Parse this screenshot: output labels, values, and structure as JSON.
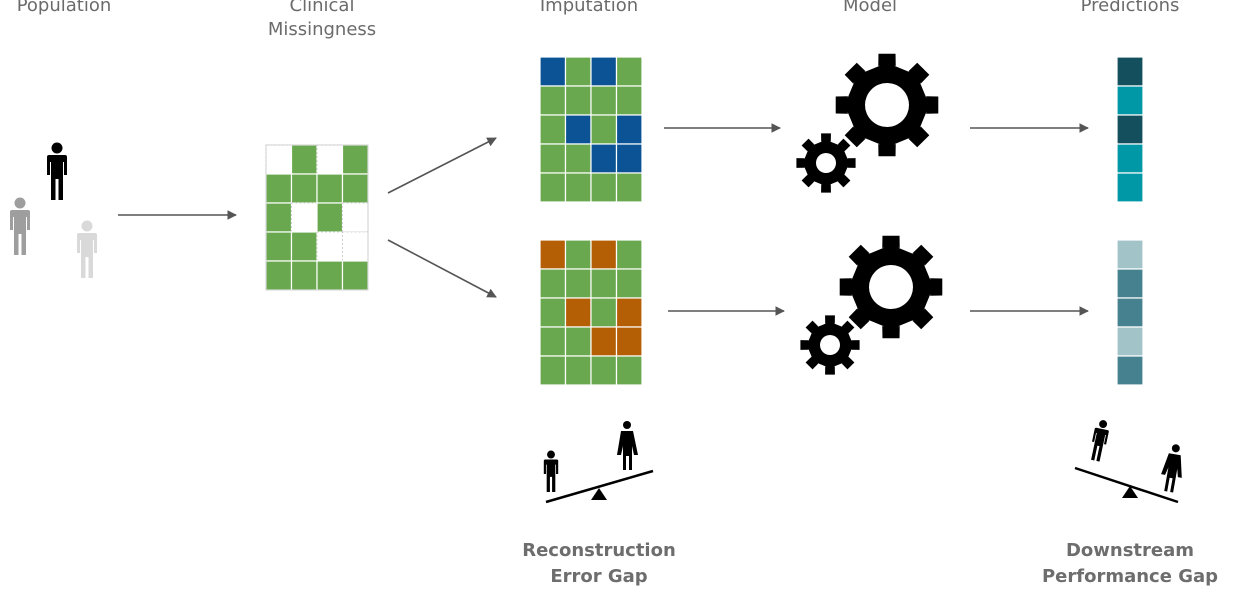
{
  "stages": {
    "population": "Population",
    "missingness_line1": "Clinical",
    "missingness_line2": "Missingness",
    "imputation": "Imputation",
    "model": "Model",
    "predictions": "Predictions"
  },
  "gaps": {
    "reconstruction_line1": "Reconstruction",
    "reconstruction_line2": "Error Gap",
    "downstream_line1": "Downstream",
    "downstream_line2": "Performance Gap"
  },
  "colors": {
    "observed": "#6aa84f",
    "missing": "#ffffff",
    "imputed_top": "#0b5394",
    "imputed_bottom": "#b45f06",
    "pred_top_dark": "#134f5c",
    "pred_top_light": "#0097a7",
    "pred_bottom_mid": "#45818e",
    "pred_bottom_light": "#a2c4c9"
  },
  "grids": {
    "missingness": [
      [
        "missing",
        "observed",
        "missing",
        "observed"
      ],
      [
        "observed",
        "observed",
        "observed",
        "observed"
      ],
      [
        "observed",
        "missing",
        "observed",
        "missing"
      ],
      [
        "observed",
        "observed",
        "missing",
        "missing"
      ],
      [
        "observed",
        "observed",
        "observed",
        "observed"
      ]
    ],
    "imputed_top": [
      [
        "imputed",
        "observed",
        "imputed",
        "observed"
      ],
      [
        "observed",
        "observed",
        "observed",
        "observed"
      ],
      [
        "observed",
        "imputed",
        "observed",
        "imputed"
      ],
      [
        "observed",
        "observed",
        "imputed",
        "imputed"
      ],
      [
        "observed",
        "observed",
        "observed",
        "observed"
      ]
    ],
    "imputed_bottom": [
      [
        "imputed",
        "observed",
        "imputed",
        "observed"
      ],
      [
        "observed",
        "observed",
        "observed",
        "observed"
      ],
      [
        "observed",
        "imputed",
        "observed",
        "imputed"
      ],
      [
        "observed",
        "observed",
        "imputed",
        "imputed"
      ],
      [
        "observed",
        "observed",
        "observed",
        "observed"
      ]
    ]
  },
  "predictions": {
    "top": [
      "dark",
      "light",
      "dark",
      "light",
      "light"
    ],
    "bottom": [
      "light",
      "mid",
      "mid",
      "light",
      "mid"
    ]
  }
}
